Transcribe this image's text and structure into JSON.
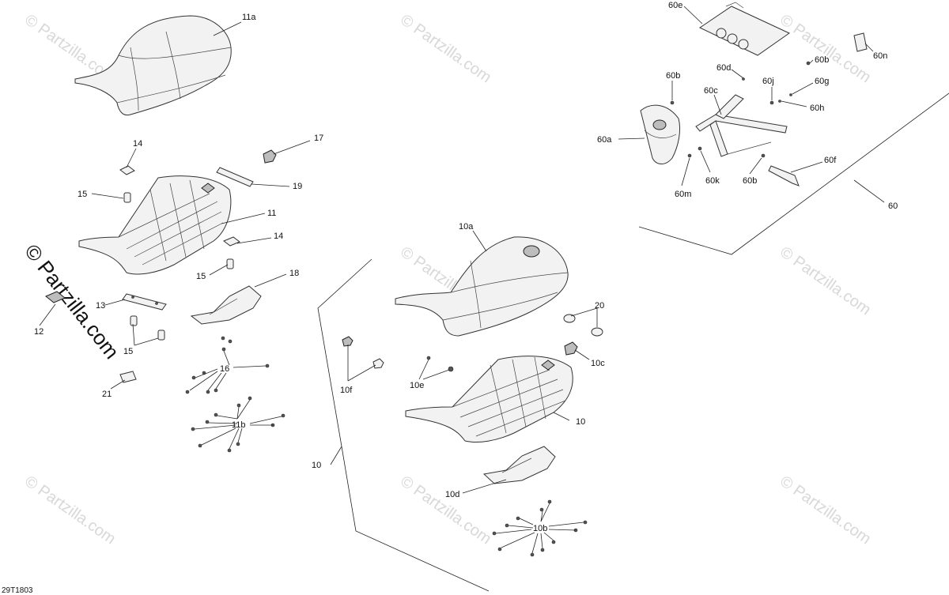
{
  "diagram_code": "29T1803",
  "watermark": {
    "text": "© Partzilla.com",
    "side_text": "© Partzilla.com"
  },
  "callouts": [
    {
      "id": "11a",
      "text": "11a"
    },
    {
      "id": "17",
      "text": "17"
    },
    {
      "id": "14a",
      "text": "14"
    },
    {
      "id": "15a",
      "text": "15"
    },
    {
      "id": "19",
      "text": "19"
    },
    {
      "id": "11",
      "text": "11"
    },
    {
      "id": "14b",
      "text": "14"
    },
    {
      "id": "15b",
      "text": "15"
    },
    {
      "id": "18",
      "text": "18"
    },
    {
      "id": "13",
      "text": "13"
    },
    {
      "id": "12",
      "text": "12"
    },
    {
      "id": "15c",
      "text": "15"
    },
    {
      "id": "16",
      "text": "16"
    },
    {
      "id": "21",
      "text": "21"
    },
    {
      "id": "11b",
      "text": "11b"
    },
    {
      "id": "10a",
      "text": "10a"
    },
    {
      "id": "20",
      "text": "20"
    },
    {
      "id": "10c",
      "text": "10c"
    },
    {
      "id": "10f",
      "text": "10f"
    },
    {
      "id": "10e",
      "text": "10e"
    },
    {
      "id": "10",
      "text": "10"
    },
    {
      "id": "10-group",
      "text": "10"
    },
    {
      "id": "10d",
      "text": "10d"
    },
    {
      "id": "10b",
      "text": "10b"
    },
    {
      "id": "60e",
      "text": "60e"
    },
    {
      "id": "60n",
      "text": "60n"
    },
    {
      "id": "60b-top",
      "text": "60b"
    },
    {
      "id": "60d",
      "text": "60d"
    },
    {
      "id": "60b-left",
      "text": "60b"
    },
    {
      "id": "60j",
      "text": "60j"
    },
    {
      "id": "60g",
      "text": "60g"
    },
    {
      "id": "60c",
      "text": "60c"
    },
    {
      "id": "60h",
      "text": "60h"
    },
    {
      "id": "60a",
      "text": "60a"
    },
    {
      "id": "60f",
      "text": "60f"
    },
    {
      "id": "60k",
      "text": "60k"
    },
    {
      "id": "60b-bottom",
      "text": "60b"
    },
    {
      "id": "60m",
      "text": "60m"
    },
    {
      "id": "60",
      "text": "60"
    }
  ]
}
